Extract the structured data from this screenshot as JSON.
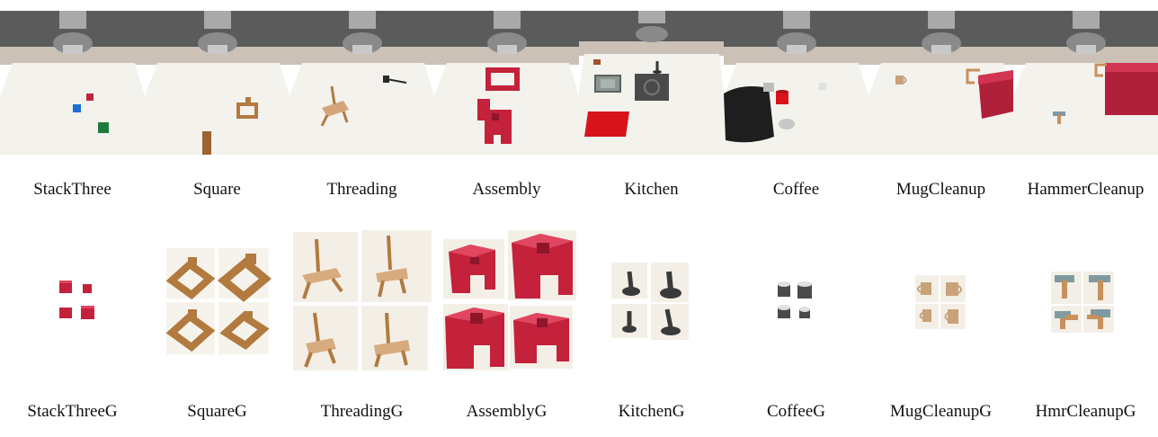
{
  "tasks": [
    {
      "name": "StackThree",
      "variant": "StackThreeG"
    },
    {
      "name": "Square",
      "variant": "SquareG"
    },
    {
      "name": "Threading",
      "variant": "ThreadingG"
    },
    {
      "name": "Assembly",
      "variant": "AssemblyG"
    },
    {
      "name": "Kitchen",
      "variant": "KitchenG"
    },
    {
      "name": "Coffee",
      "variant": "CoffeeG"
    },
    {
      "name": "MugCleanup",
      "variant": "MugCleanupG"
    },
    {
      "name": "HammerCleanup",
      "variant": "HmrCleanupG"
    }
  ],
  "colors": {
    "wall": "#5a5a5a",
    "floor": "#c9bfb4",
    "table": "#f2f1ec",
    "robot": "#b5b5b5",
    "wood": "#b27a3f",
    "red": "#c4213b",
    "dark": "#3a3a3a"
  }
}
